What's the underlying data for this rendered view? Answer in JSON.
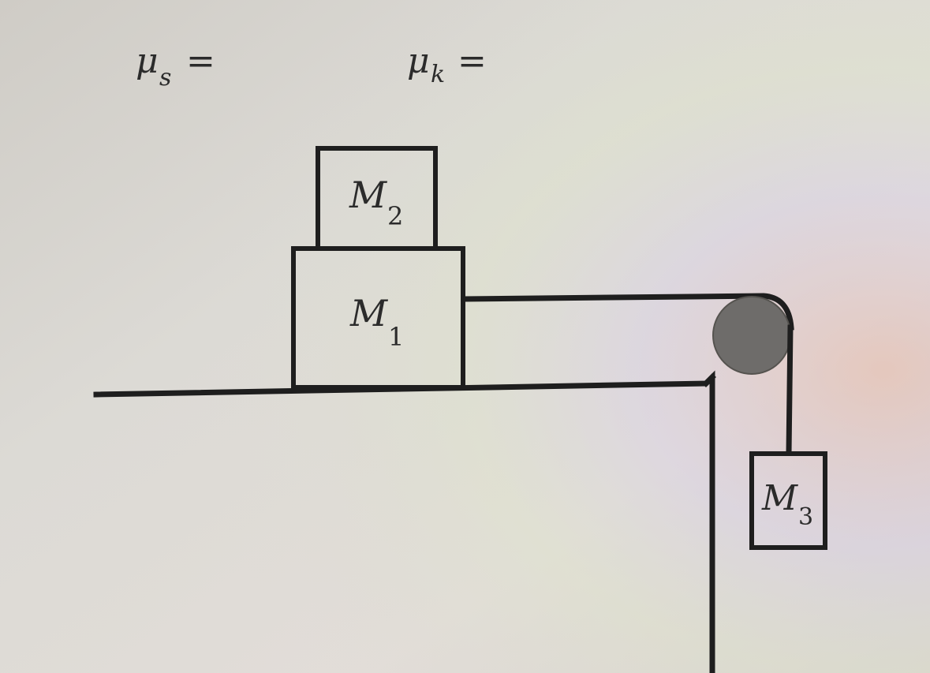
{
  "coefficients": {
    "static": {
      "symbol": "μ",
      "subscript": "s",
      "equals": "="
    },
    "kinetic": {
      "symbol": "μ",
      "subscript": "k",
      "equals": "="
    }
  },
  "blocks": {
    "m1": {
      "symbol": "M",
      "subscript": "1"
    },
    "m2": {
      "symbol": "M",
      "subscript": "2"
    },
    "m3": {
      "symbol": "M",
      "subscript": "3"
    }
  },
  "colors": {
    "ink": "#1e1e1e",
    "pulley": "#6e6c6a",
    "paper": "#d9d7d2"
  }
}
